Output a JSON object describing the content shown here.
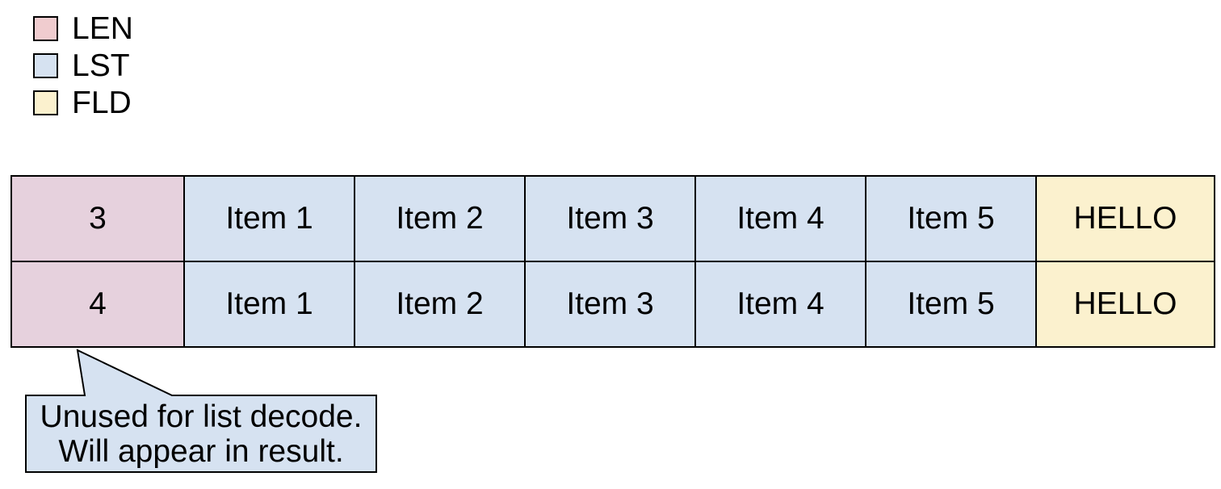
{
  "legend": {
    "items": [
      {
        "id": "LEN",
        "label": "LEN",
        "color": "#f0cccf"
      },
      {
        "id": "LST",
        "label": "LST",
        "color": "#d6e2f1"
      },
      {
        "id": "FLD",
        "label": "FLD",
        "color": "#fbf1ce"
      }
    ]
  },
  "colors": {
    "LEN": "#e6d1dd",
    "LST": "#d6e2f1",
    "FLD": "#fbf1ce",
    "stroke": "#000000",
    "text": "#000000",
    "background": "#ffffff"
  },
  "table": {
    "rows": [
      {
        "cells": [
          {
            "text": "3",
            "type": "LEN"
          },
          {
            "text": "Item 1",
            "type": "LST"
          },
          {
            "text": "Item 2",
            "type": "LST"
          },
          {
            "text": "Item 3",
            "type": "LST"
          },
          {
            "text": "Item 4",
            "type": "LST"
          },
          {
            "text": "Item 5",
            "type": "LST"
          },
          {
            "text": "HELLO",
            "type": "FLD"
          }
        ]
      },
      {
        "cells": [
          {
            "text": "4",
            "type": "LEN"
          },
          {
            "text": "Item 1",
            "type": "LST"
          },
          {
            "text": "Item 2",
            "type": "LST"
          },
          {
            "text": "Item 3",
            "type": "LST"
          },
          {
            "text": "Item 4",
            "type": "LST"
          },
          {
            "text": "Item 5",
            "type": "LST"
          },
          {
            "text": "HELLO",
            "type": "FLD"
          }
        ]
      }
    ]
  },
  "callout": {
    "lines": [
      "Unused for list decode.",
      "Will appear in result."
    ],
    "fill": "#d6e2f1",
    "stroke": "#000000"
  }
}
